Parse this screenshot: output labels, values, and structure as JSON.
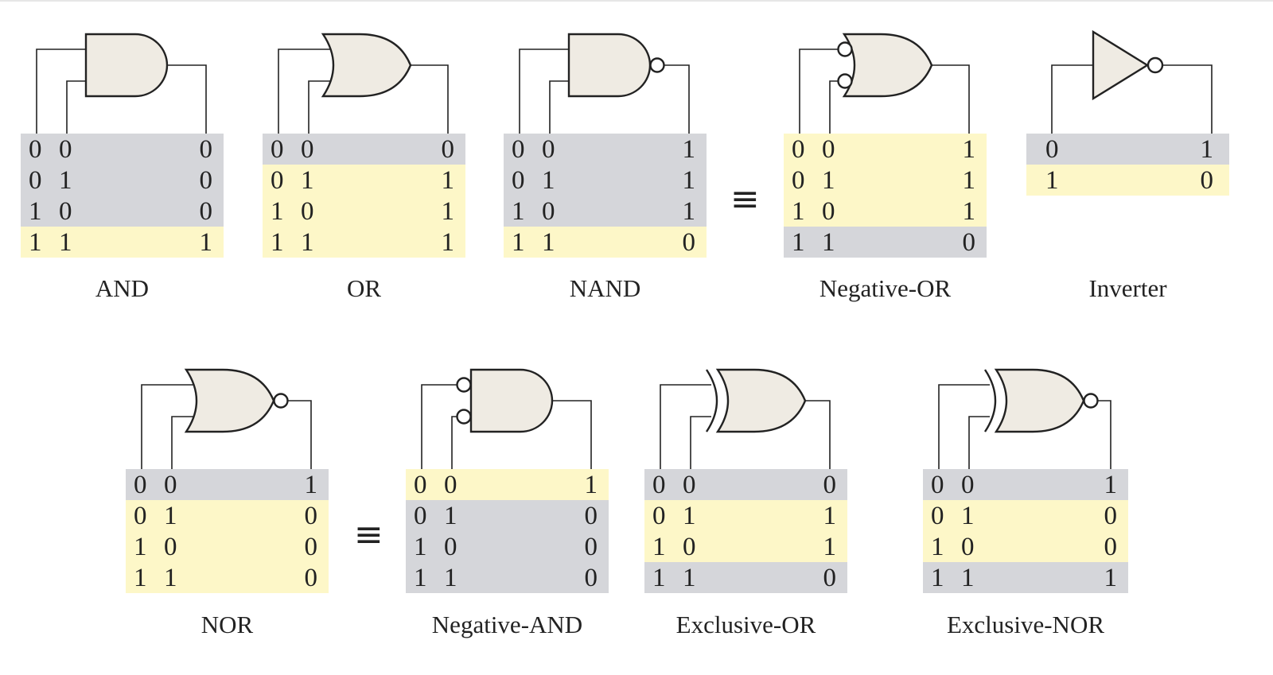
{
  "gates": [
    {
      "id": "and",
      "name": "AND",
      "type": "and",
      "bubble_in": false,
      "bubble_out": false,
      "rows": [
        [
          "0",
          "0",
          "0"
        ],
        [
          "0",
          "1",
          "0"
        ],
        [
          "1",
          "0",
          "0"
        ],
        [
          "1",
          "1",
          "1"
        ]
      ],
      "highlight": [
        3
      ]
    },
    {
      "id": "or",
      "name": "OR",
      "type": "or",
      "bubble_in": false,
      "bubble_out": false,
      "rows": [
        [
          "0",
          "0",
          "0"
        ],
        [
          "0",
          "1",
          "1"
        ],
        [
          "1",
          "0",
          "1"
        ],
        [
          "1",
          "1",
          "1"
        ]
      ],
      "highlight": [
        1,
        2,
        3
      ]
    },
    {
      "id": "nand",
      "name": "NAND",
      "type": "and",
      "bubble_in": false,
      "bubble_out": true,
      "rows": [
        [
          "0",
          "0",
          "1"
        ],
        [
          "0",
          "1",
          "1"
        ],
        [
          "1",
          "0",
          "1"
        ],
        [
          "1",
          "1",
          "0"
        ]
      ],
      "highlight": [
        3
      ]
    },
    {
      "id": "negative-or",
      "name": "Negative-OR",
      "type": "or",
      "bubble_in": true,
      "bubble_out": false,
      "rows": [
        [
          "0",
          "0",
          "1"
        ],
        [
          "0",
          "1",
          "1"
        ],
        [
          "1",
          "0",
          "1"
        ],
        [
          "1",
          "1",
          "0"
        ]
      ],
      "highlight": [
        0,
        1,
        2
      ]
    },
    {
      "id": "inverter",
      "name": "Inverter",
      "type": "not",
      "bubble_in": false,
      "bubble_out": true,
      "rows": [
        [
          "0",
          "1"
        ],
        [
          "1",
          "0"
        ]
      ],
      "highlight": [
        1
      ]
    },
    {
      "id": "nor",
      "name": "NOR",
      "type": "or",
      "bubble_in": false,
      "bubble_out": true,
      "rows": [
        [
          "0",
          "0",
          "1"
        ],
        [
          "0",
          "1",
          "0"
        ],
        [
          "1",
          "0",
          "0"
        ],
        [
          "1",
          "1",
          "0"
        ]
      ],
      "highlight": [
        1,
        2,
        3
      ]
    },
    {
      "id": "negative-and",
      "name": "Negative-AND",
      "type": "and",
      "bubble_in": true,
      "bubble_out": false,
      "rows": [
        [
          "0",
          "0",
          "1"
        ],
        [
          "0",
          "1",
          "0"
        ],
        [
          "1",
          "0",
          "0"
        ],
        [
          "1",
          "1",
          "0"
        ]
      ],
      "highlight": [
        0
      ]
    },
    {
      "id": "exclusive-or",
      "name": "Exclusive-OR",
      "type": "xor",
      "bubble_in": false,
      "bubble_out": false,
      "rows": [
        [
          "0",
          "0",
          "0"
        ],
        [
          "0",
          "1",
          "1"
        ],
        [
          "1",
          "0",
          "1"
        ],
        [
          "1",
          "1",
          "0"
        ]
      ],
      "highlight": [
        1,
        2
      ]
    },
    {
      "id": "exclusive-nor",
      "name": "Exclusive-NOR",
      "type": "xor",
      "bubble_in": false,
      "bubble_out": true,
      "rows": [
        [
          "0",
          "0",
          "1"
        ],
        [
          "0",
          "1",
          "0"
        ],
        [
          "1",
          "0",
          "0"
        ],
        [
          "1",
          "1",
          "1"
        ]
      ],
      "highlight": [
        1,
        2
      ]
    }
  ],
  "equivalence_symbol": "≡",
  "colors": {
    "gate_fill": "#efebe3",
    "stroke": "#222222",
    "row_highlight": "#fdf7c8",
    "row_normal": "#d5d6da"
  }
}
